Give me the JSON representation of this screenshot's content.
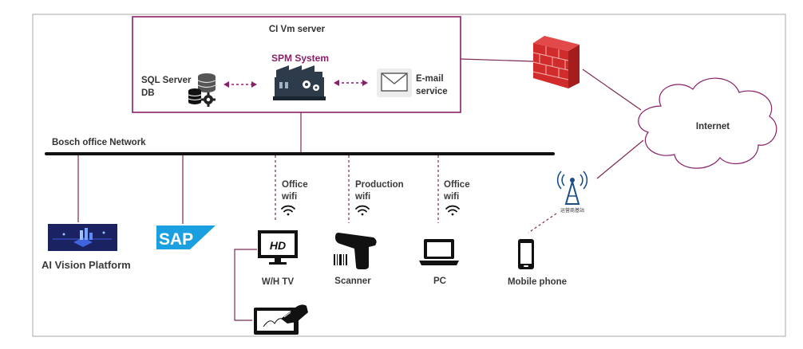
{
  "server": {
    "title": "CI Vm server",
    "spm_label": "SPM System"
  },
  "sql": {
    "line1": "SQL Server",
    "line2": "DB"
  },
  "email": {
    "line1": "E-mail",
    "line2": "service"
  },
  "network": {
    "label": "Bosch office Network"
  },
  "internet": {
    "label": "Internet"
  },
  "tower": {
    "caption": "运营商基站"
  },
  "platforms": {
    "ai_vision": "AI Vision Platform",
    "sap": "SAP"
  },
  "devices": {
    "wh_tv": {
      "label": "W/H TV",
      "screen_text": "HD",
      "wifi_line1": "Office",
      "wifi_line2": "wifi"
    },
    "scanner": {
      "label": "Scanner",
      "wifi_line1": "Production",
      "wifi_line2": "wifi"
    },
    "pc": {
      "label": "PC",
      "wifi_line1": "Office",
      "wifi_line2": "wifi"
    },
    "mobile": {
      "label": "Mobile phone"
    }
  },
  "colors": {
    "accent": "#8a1f6a",
    "link_line": "#7b2a55",
    "bus": "#111111",
    "firewall": "#d22b2b",
    "icon": "#1a1a1a",
    "frame": "#a9a9a9"
  }
}
